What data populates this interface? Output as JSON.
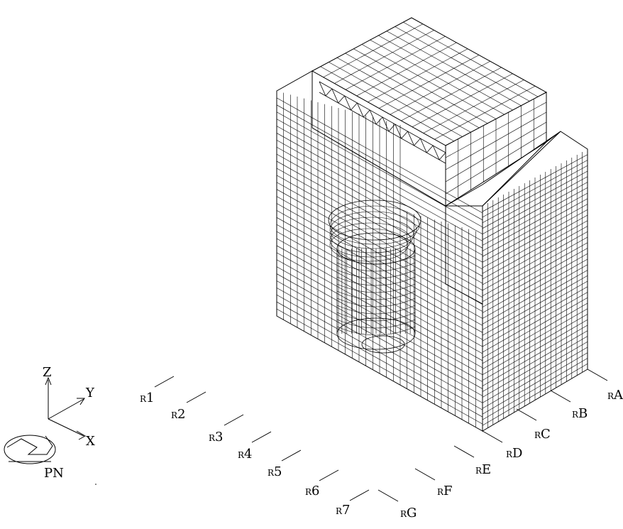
{
  "axes": {
    "z": "Z",
    "y": "Y",
    "x": "X"
  },
  "pn_label": "PN",
  "gridlines_numeric": [
    {
      "prefix": "R",
      "label": "1"
    },
    {
      "prefix": "R",
      "label": "2"
    },
    {
      "prefix": "R",
      "label": "3"
    },
    {
      "prefix": "R",
      "label": "4"
    },
    {
      "prefix": "R",
      "label": "5"
    },
    {
      "prefix": "R",
      "label": "6"
    },
    {
      "prefix": "R",
      "label": "7"
    }
  ],
  "gridlines_alpha": [
    {
      "prefix": "R",
      "label": "A"
    },
    {
      "prefix": "R",
      "label": "B"
    },
    {
      "prefix": "R",
      "label": "C"
    },
    {
      "prefix": "R",
      "label": "D"
    },
    {
      "prefix": "R",
      "label": "E"
    },
    {
      "prefix": "R",
      "label": "F"
    },
    {
      "prefix": "R",
      "label": "G"
    }
  ],
  "colors": {
    "stroke": "#000000",
    "background": "#ffffff"
  }
}
